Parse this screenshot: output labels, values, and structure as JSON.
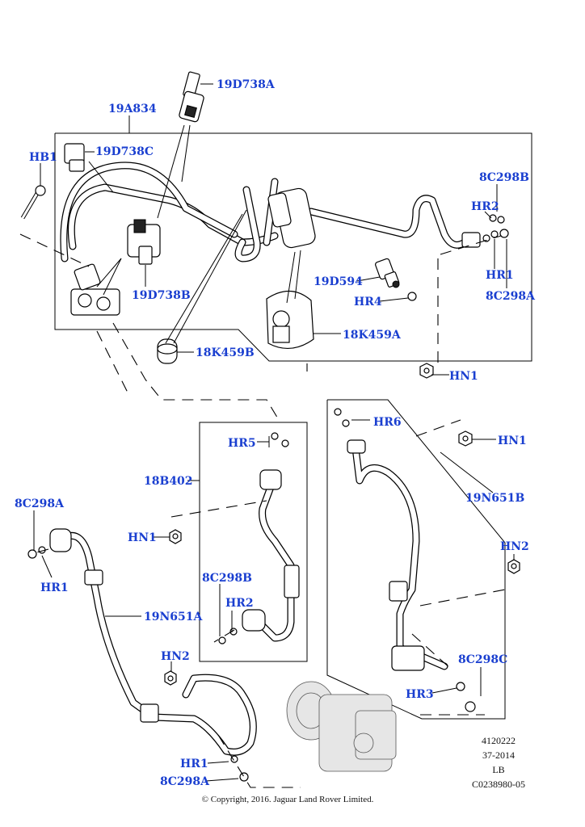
{
  "labels": {
    "l_19D738A": "19D738A",
    "l_19A834": "19A834",
    "l_19D738C": "19D738C",
    "l_HB1": "HB1",
    "l_19D738B": "19D738B",
    "l_8C298B_top": "8C298B",
    "l_HR2_top": "HR2",
    "l_HR1_top": "HR1",
    "l_8C298A_top": "8C298A",
    "l_19D594": "19D594",
    "l_HR4": "HR4",
    "l_18K459A": "18K459A",
    "l_18K459B": "18K459B",
    "l_HN1_top": "HN1",
    "l_HR6": "HR6",
    "l_HN1_right": "HN1",
    "l_HR5": "HR5",
    "l_18B402": "18B402",
    "l_19N651B": "19N651B",
    "l_8C298A_left": "8C298A",
    "l_HN1_left": "HN1",
    "l_HR1_left": "HR1",
    "l_HN2_right": "HN2",
    "l_8C298B_mid": "8C298B",
    "l_HR2_mid": "HR2",
    "l_19N651A": "19N651A",
    "l_HN2_bottom": "HN2",
    "l_8C298C": "8C298C",
    "l_HR3": "HR3",
    "l_HR1_bottom": "HR1",
    "l_8C298A_bottom": "8C298A"
  },
  "reference": {
    "line1": "4120222",
    "line2": "37-2014",
    "line3": "LB",
    "line4": "C0238980-05"
  },
  "copyright": "© Copyright, 2016. Jaguar Land Rover Limited.",
  "colors": {
    "label": "#1a3fd0",
    "line": "#000000",
    "background": "#ffffff"
  }
}
